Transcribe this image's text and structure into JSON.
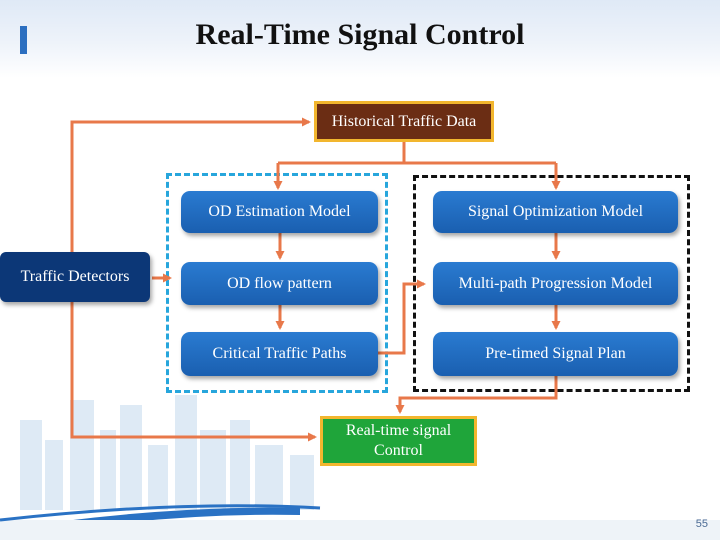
{
  "slide": {
    "title": "Real-Time Signal Control",
    "page_number": "55"
  },
  "nodes": {
    "historical": "Historical Traffic Data",
    "detectors": "Traffic Detectors",
    "od_estimation": "OD Estimation Model",
    "od_flow": "OD flow pattern",
    "critical_paths": "Critical Traffic Paths",
    "signal_opt": "Signal Optimization Model",
    "multipath": "Multi-path Progression Model",
    "pretimed": "Pre-timed Signal Plan",
    "realtime": "Real-time signal Control"
  },
  "colors": {
    "arrow": "#e8784a",
    "blue_box": "#1f6cc3",
    "dark_box": "#6b2d14",
    "green_box": "#1fa53a",
    "box_border": "#f2b62e",
    "blue_dash": "#27a6dc",
    "black_dash": "#111111"
  }
}
